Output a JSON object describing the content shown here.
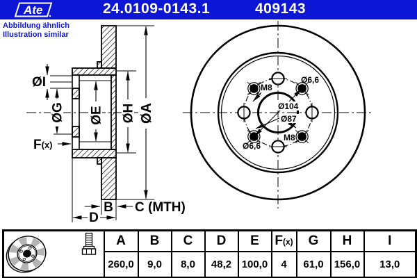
{
  "header": {
    "brand": "Ate",
    "part_number": "24.0109-0143.1",
    "ref_number": "409143",
    "note_line1": "Abbildung ähnlich",
    "note_line2": "Illustration similar"
  },
  "colors": {
    "brand_blue": "#0e16d6",
    "ink": "#000000",
    "paper": "#ffffff",
    "shade_gray": "#b4b4b4"
  },
  "cross_section": {
    "labels": {
      "dia_i": "ØI",
      "dia_g": "ØG",
      "dia_e": "ØE",
      "dia_h": "ØH",
      "dia_a": "ØA",
      "f_name": "F",
      "f_suffix": "(x)",
      "b": "B",
      "c_mth": "C (MTH)",
      "d": "D"
    }
  },
  "front_view": {
    "labels": {
      "m8_upper_left": "M8",
      "m8_lower_right": "M8",
      "hole_upper_right": "Ø6,6",
      "hole_lower_left": "Ø6,6",
      "bolt_circle": "Ø104",
      "center_bore": "Ø87"
    }
  },
  "table": {
    "headers": [
      "A",
      "B",
      "C",
      "D",
      "E",
      "F(x)",
      "G",
      "H",
      "I"
    ],
    "f_parts": [
      "F",
      "(x)"
    ],
    "values": [
      "260,0",
      "9,0",
      "8,0",
      "48,2",
      "100,0",
      "4",
      "61,0",
      "156,0",
      "13,0"
    ]
  },
  "icons": {
    "disc_icon": "brake-disc-3d",
    "bolt_icon": "wheel-bolt"
  }
}
